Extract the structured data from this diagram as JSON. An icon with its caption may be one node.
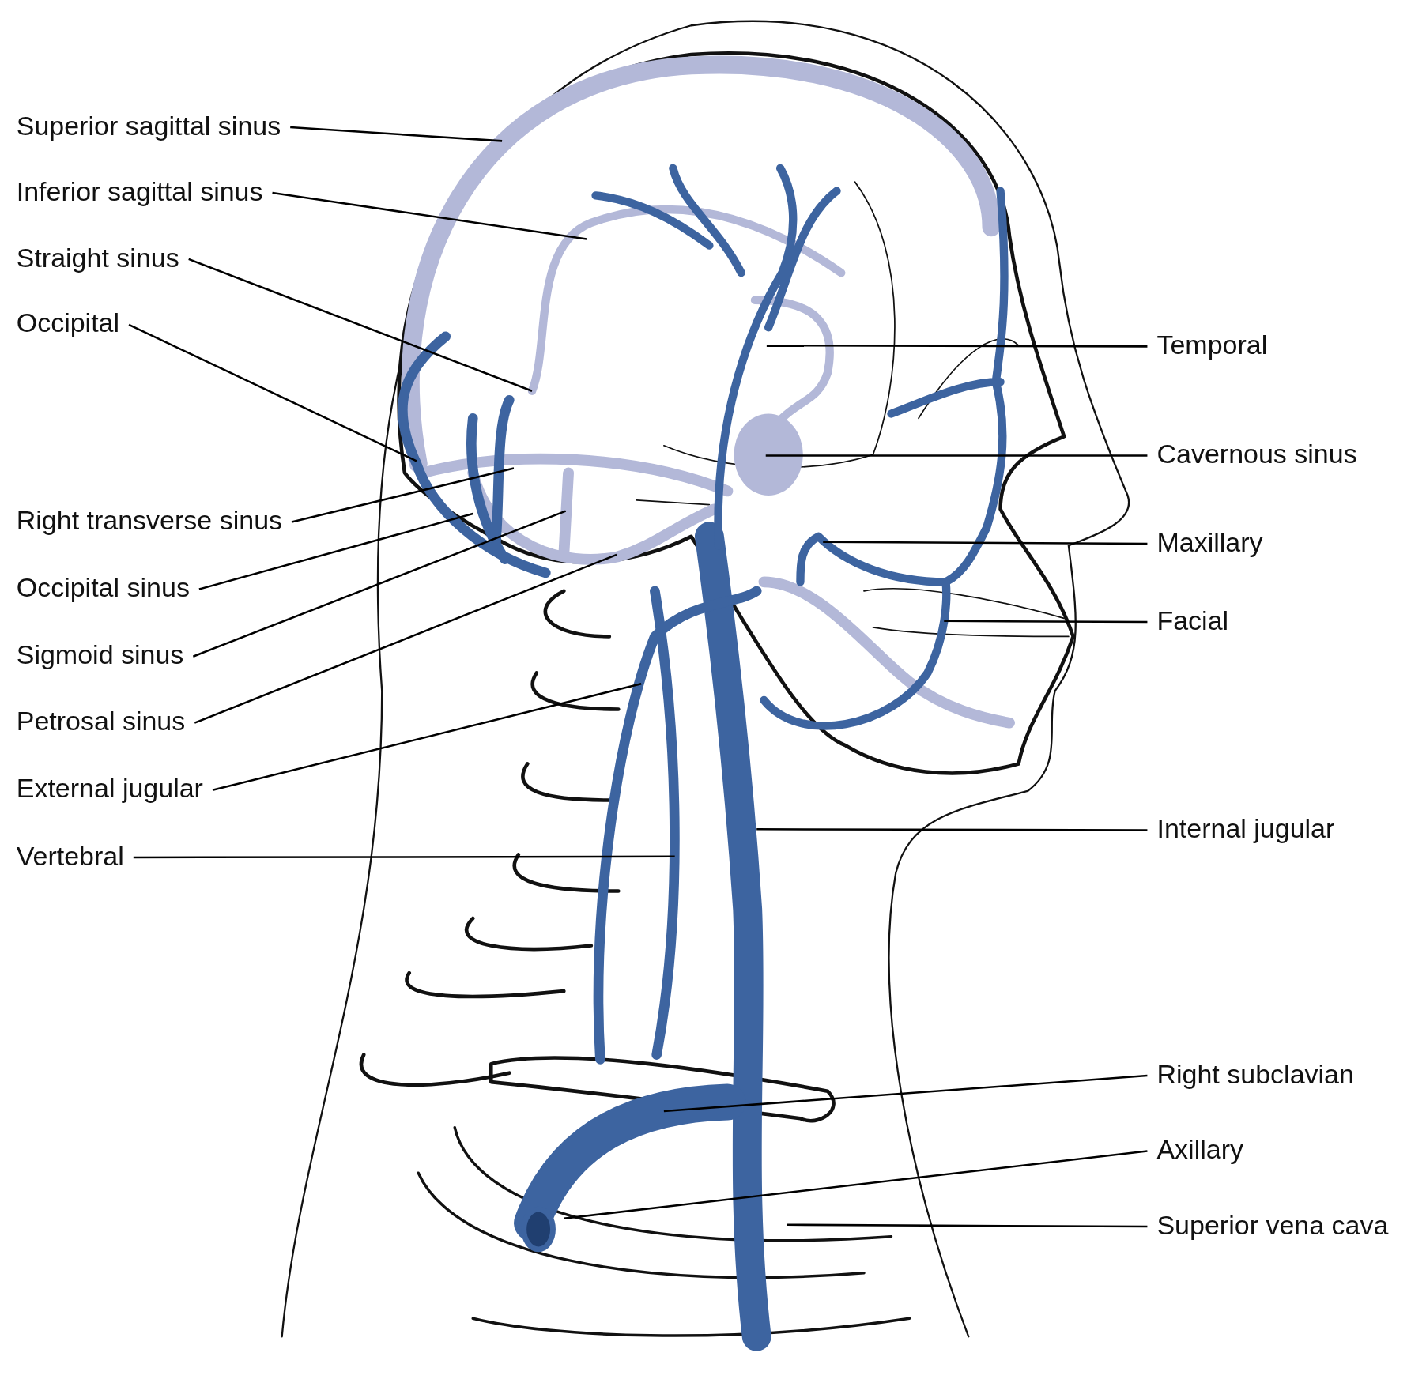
{
  "diagram": {
    "nodes": [
      {
        "text": [
          "Superior sagittal sinus"
        ]
      },
      {
        "text": [
          "Inferior sagittal sinus"
        ]
      },
      {
        "text": [
          "Straight sinus"
        ]
      },
      {
        "text": [
          "Occipital"
        ]
      },
      {
        "text": [
          "Right transverse sinus"
        ]
      },
      {
        "text": [
          "Occipital sinus"
        ]
      },
      {
        "text": [
          "Sigmoid sinus"
        ]
      },
      {
        "text": [
          "Petrosal sinus"
        ]
      },
      {
        "text": [
          "External jugular"
        ]
      },
      {
        "text": [
          "Vertebral"
        ]
      },
      {
        "text": [
          "Temporal"
        ]
      },
      {
        "text": [
          "Cavernous sinus"
        ]
      },
      {
        "text": [
          "Maxillary"
        ]
      },
      {
        "text": [
          "Facial"
        ]
      },
      {
        "text": [
          "Internal jugular"
        ]
      },
      {
        "text": [
          "Right subclavian"
        ]
      },
      {
        "text": [
          "Axillary"
        ]
      },
      {
        "text": [
          "Superior vena cava"
        ]
      }
    ],
    "edges": [
      {
        "from": 0,
        "to": null,
        "arrow": "none"
      },
      {
        "from": 1,
        "to": null,
        "arrow": "none"
      },
      {
        "from": 2,
        "to": null,
        "arrow": "none"
      },
      {
        "from": 3,
        "to": null,
        "arrow": "none"
      },
      {
        "from": 4,
        "to": null,
        "arrow": "none"
      },
      {
        "from": 5,
        "to": null,
        "arrow": "none"
      },
      {
        "from": 6,
        "to": null,
        "arrow": "none"
      },
      {
        "from": 7,
        "to": null,
        "arrow": "none"
      },
      {
        "from": 8,
        "to": null,
        "arrow": "none"
      },
      {
        "from": 9,
        "to": null,
        "arrow": "none"
      },
      {
        "from": 10,
        "to": null,
        "arrow": "none"
      },
      {
        "from": 11,
        "to": null,
        "arrow": "none"
      },
      {
        "from": 12,
        "to": null,
        "arrow": "none"
      },
      {
        "from": 13,
        "to": null,
        "arrow": "none"
      },
      {
        "from": 14,
        "to": null,
        "arrow": "none"
      },
      {
        "from": 15,
        "to": null,
        "arrow": "none"
      },
      {
        "from": 16,
        "to": null,
        "arrow": "none"
      },
      {
        "from": 17,
        "to": null,
        "arrow": "none"
      }
    ]
  }
}
